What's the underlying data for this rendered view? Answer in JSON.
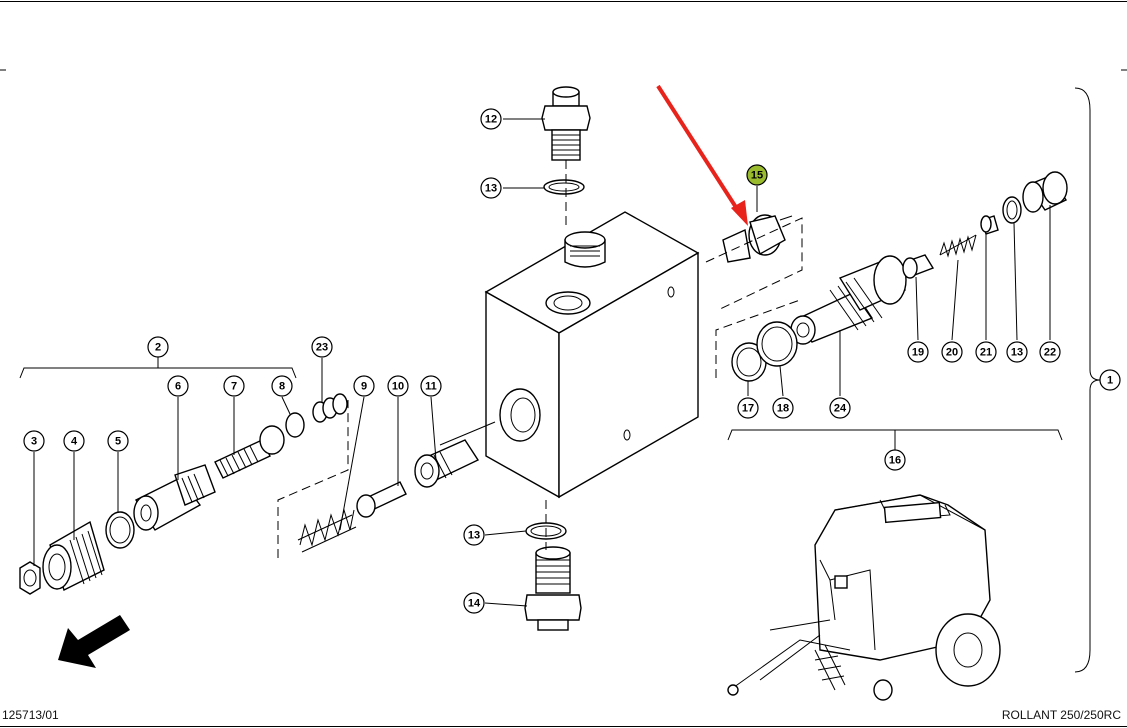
{
  "footer": {
    "drawing_number": "125713/01",
    "machine_model": "ROLLANT 250/250RC"
  },
  "callouts": {
    "c1": "1",
    "c2": "2",
    "c3": "3",
    "c4": "4",
    "c5": "5",
    "c6": "6",
    "c7": "7",
    "c8": "8",
    "c9": "9",
    "c10": "10",
    "c11": "11",
    "c12": "12",
    "c13a": "13",
    "c13b": "13",
    "c13c": "13",
    "c14": "14",
    "c15": "15",
    "c16": "16",
    "c17": "17",
    "c18": "18",
    "c19": "19",
    "c20": "20",
    "c21": "21",
    "c22": "22",
    "c23": "23",
    "c24": "24"
  },
  "colors": {
    "highlight_callout": "#9bbb2f",
    "pointer_arrow": "#e8231c",
    "line": "#000000"
  },
  "highlighted_part": "15",
  "icons": [
    "flow-direction-arrow-icon",
    "pointer-arrow-icon",
    "baler-machine-icon"
  ]
}
